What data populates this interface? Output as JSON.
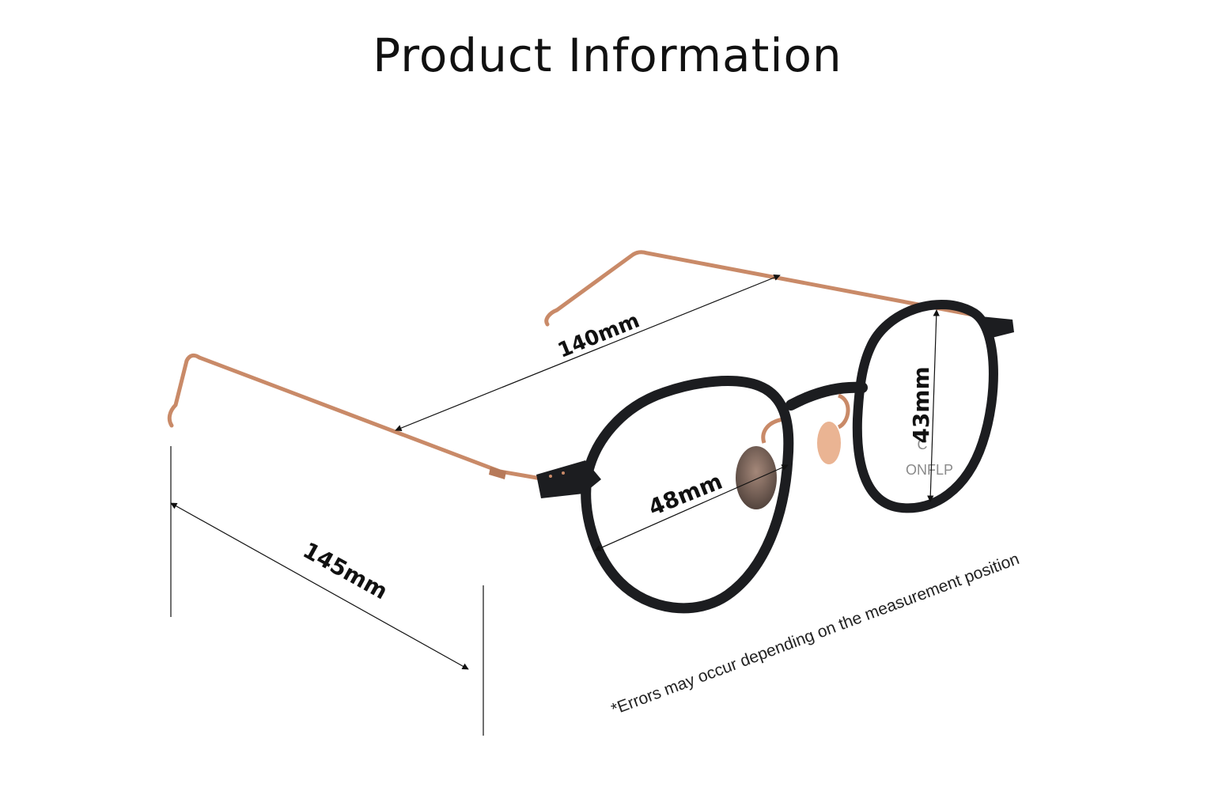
{
  "title": "Product Information",
  "measurements": {
    "temple_length": "140mm",
    "frame_width": "145mm",
    "lens_width": "48mm",
    "lens_height": "43mm"
  },
  "note": "*Errors may occur depending on the measurement position",
  "brand_logo_text": "ONFLP",
  "colors": {
    "frame": "#1c1d20",
    "temple": "#c98a68",
    "nose_pad": "#6b4a3a",
    "text": "#111111"
  }
}
